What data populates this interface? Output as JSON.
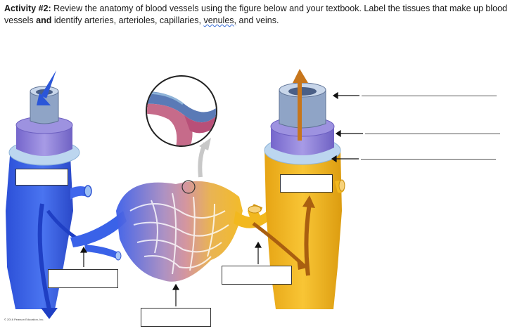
{
  "instructions": {
    "heading": "Activity #2:",
    "text1": " Review the anatomy of blood vessels using the figure below and your textbook.  Label the tissues that make up blood vessels ",
    "bold_and": "and",
    "text2": " identify arteries, arterioles,  capillaries, ",
    "venules": "venules,",
    "text3": "  and veins."
  },
  "credit": "© 2016 Pearson Education, Inc.",
  "colors": {
    "vein_blue": "#3a62e8",
    "vein_blue_dark": "#1f3fc4",
    "artery_yellow": "#f2b81e",
    "artery_dark": "#d89810",
    "capillary_pink": "#c98a9e",
    "adventitia_ring": "#bdd8ee",
    "media_purple": "#8a7fd6",
    "intima_gray": "#8fa4c6",
    "arrow_blue": "#2b56d8",
    "arrow_orange": "#c7761c"
  },
  "label_boxes": [
    "",
    "",
    "",
    "",
    "",
    ""
  ]
}
